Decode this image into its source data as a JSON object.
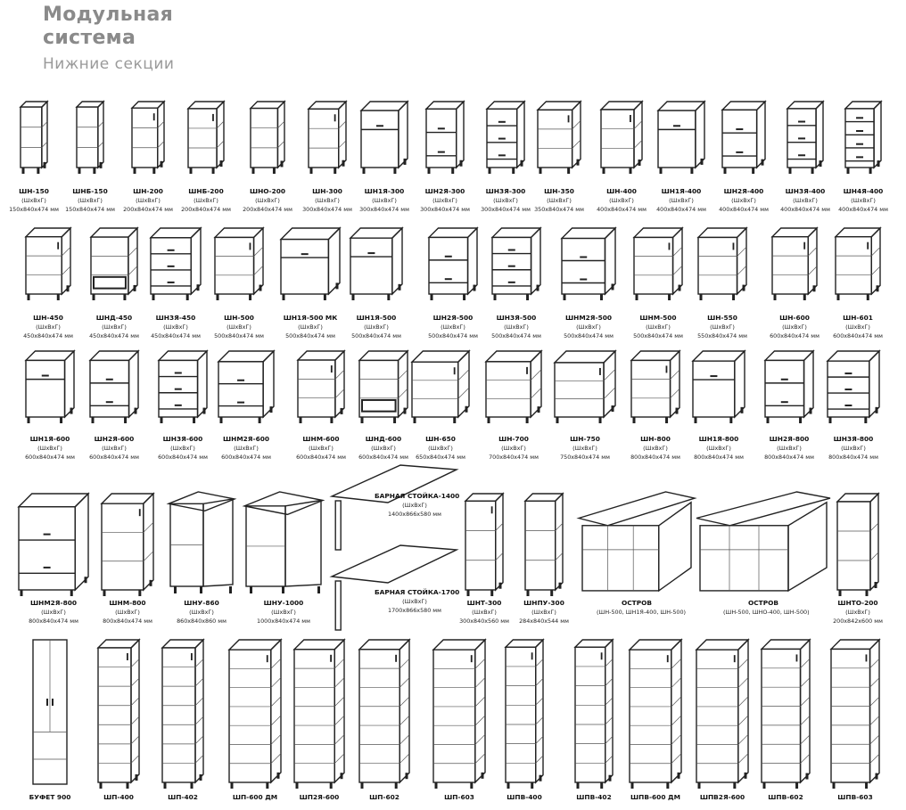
{
  "header": {
    "title_line1": "Модульная",
    "title_line2": "система",
    "subtitle": "Нижние секции"
  },
  "unit_label": "(ШхВхГ)",
  "rows": [
    {
      "items": [
        {
          "name": "ШН-150",
          "dims": "150x840x474 мм",
          "icon": "narrow-open-shelf-cabinet"
        },
        {
          "name": "ШНБ-150",
          "dims": "150x840x474 мм",
          "icon": "narrow-bottle-cabinet"
        },
        {
          "name": "ШН-200",
          "dims": "200x840x474 мм",
          "icon": "door-cabinet"
        },
        {
          "name": "ШНБ-200",
          "dims": "200x840x474 мм",
          "icon": "bottle-cabinet"
        },
        {
          "name": "ШНО-200",
          "dims": "200x840x474 мм",
          "icon": "open-shelf-cabinet"
        },
        {
          "name": "ШН-300",
          "dims": "300x840x474 мм",
          "icon": "door-cabinet"
        },
        {
          "name": "ШН1Я-300",
          "dims": "300x840x474 мм",
          "icon": "drawer-door-cabinet"
        },
        {
          "name": "ШН2Я-300",
          "dims": "300x840x474 мм",
          "icon": "two-drawer-cabinet"
        },
        {
          "name": "ШН3Я-300",
          "dims": "300x840x474 мм",
          "icon": "three-drawer-cabinet"
        },
        {
          "name": "ШН-350",
          "dims": "350x840x474 мм",
          "icon": "door-cabinet"
        },
        {
          "name": "ШН-400",
          "dims": "400x840x474 мм",
          "icon": "door-cabinet"
        },
        {
          "name": "ШН1Я-400",
          "dims": "400x840x474 мм",
          "icon": "drawer-door-cabinet"
        },
        {
          "name": "ШН2Я-400",
          "dims": "400x840x474 мм",
          "icon": "two-drawer-cabinet"
        },
        {
          "name": "ШН3Я-400",
          "dims": "400x840x474 мм",
          "icon": "three-drawer-cabinet"
        },
        {
          "name": "ШН4Я-400",
          "dims": "400x840x474 мм",
          "icon": "four-drawer-cabinet"
        }
      ]
    },
    {
      "items": [
        {
          "name": "ШН-450",
          "dims": "450x840x474 мм",
          "icon": "door-cabinet"
        },
        {
          "name": "ШНД-450",
          "dims": "450x840x474 мм",
          "icon": "dishwasher-cabinet"
        },
        {
          "name": "ШН3Я-450",
          "dims": "450x840x474 мм",
          "icon": "three-drawer-cabinet"
        },
        {
          "name": "ШН-500",
          "dims": "500x840x474 мм",
          "icon": "door-cabinet"
        },
        {
          "name": "ШН1Я-500 МК",
          "dims": "500x840x474 мм",
          "icon": "drawer-door-cabinet"
        },
        {
          "name": "ШН1Я-500",
          "dims": "500x840x474 мм",
          "icon": "drawer-door-cabinet"
        },
        {
          "name": "ШН2Я-500",
          "dims": "500x840x474 мм",
          "icon": "two-drawer-cabinet"
        },
        {
          "name": "ШН3Я-500",
          "dims": "500x840x474 мм",
          "icon": "three-drawer-cabinet"
        },
        {
          "name": "ШНМ2Я-500",
          "dims": "500x840x474 мм",
          "icon": "two-drawer-cabinet"
        },
        {
          "name": "ШНМ-500",
          "dims": "500x840x474 мм",
          "icon": "sink-cabinet"
        },
        {
          "name": "ШН-550",
          "dims": "550x840x474 мм",
          "icon": "door-cabinet"
        },
        {
          "name": "ШН-600",
          "dims": "600x840x474 мм",
          "icon": "door-cabinet"
        },
        {
          "name": "ШН-601",
          "dims": "600x840x474 мм",
          "icon": "door-cabinet"
        }
      ]
    },
    {
      "items": [
        {
          "name": "ШН1Я-600",
          "dims": "600x840x474 мм",
          "icon": "drawer-door-cabinet"
        },
        {
          "name": "ШН2Я-600",
          "dims": "600x840x474 мм",
          "icon": "two-drawer-cabinet"
        },
        {
          "name": "ШН3Я-600",
          "dims": "600x840x474 мм",
          "icon": "three-drawer-cabinet"
        },
        {
          "name": "ШНМ2Я-600",
          "dims": "600x840x474 мм",
          "icon": "two-drawer-cabinet"
        },
        {
          "name": "ШНМ-600",
          "dims": "600x840x474 мм",
          "icon": "sink-cabinet"
        },
        {
          "name": "ШНД-600",
          "dims": "600x840x474 мм",
          "icon": "dishwasher-cabinet"
        },
        {
          "name": "ШН-650",
          "dims": "650x840x474 мм",
          "icon": "door-cabinet"
        },
        {
          "name": "ШН-700",
          "dims": "700x840x474 мм",
          "icon": "door-cabinet"
        },
        {
          "name": "ШН-750",
          "dims": "750x840x474 мм",
          "icon": "door-cabinet"
        },
        {
          "name": "ШН-800",
          "dims": "800x840x474 мм",
          "icon": "door-cabinet"
        },
        {
          "name": "ШН1Я-800",
          "dims": "800x840x474 мм",
          "icon": "drawer-door-cabinet"
        },
        {
          "name": "ШН2Я-800",
          "dims": "800x840x474 мм",
          "icon": "two-drawer-cabinet"
        },
        {
          "name": "ШН3Я-800",
          "dims": "800x840x474 мм",
          "icon": "three-drawer-cabinet"
        }
      ]
    },
    {
      "items": [
        {
          "name": "ШНМ2Я-800",
          "dims": "800x840x474 мм",
          "icon": "two-drawer-cabinet"
        },
        {
          "name": "ШНМ-800",
          "dims": "800x840x474 мм",
          "icon": "sink-cabinet"
        },
        {
          "name": "ШНУ-860",
          "dims": "860x840x860 мм",
          "icon": "corner-cabinet"
        },
        {
          "name": "ШНУ-1000",
          "dims": "1000x840x474 мм",
          "icon": "corner-cabinet"
        },
        {
          "name": "БАРНАЯ СТОЙКА-1400",
          "dims": "1400x866x580 мм",
          "icon": "bar-counter"
        },
        {
          "name": "БАРНАЯ СТОЙКА-1700",
          "dims": "1700x866x580 мм",
          "icon": "bar-counter"
        },
        {
          "name": "ШНТ-300",
          "dims": "300x840x560 мм",
          "icon": "end-cabinet"
        },
        {
          "name": "ШНПУ-300",
          "dims": "284x840x544 мм",
          "icon": "end-shelf-cabinet"
        },
        {
          "name": "ОСТРОВ",
          "dims": "(ШН-500, ШН1Я-400, ШН-500)",
          "icon": "island"
        },
        {
          "name": "ОСТРОВ",
          "dims": "(ШН-500, ШНО-400, ШН-500)",
          "icon": "island"
        },
        {
          "name": "ШНТО-200",
          "dims": "200x842x600 мм",
          "icon": "open-shelf-cabinet"
        }
      ]
    },
    {
      "items": [
        {
          "name": "БУФЕТ 900",
          "icon": "buffet"
        },
        {
          "name": "ШП-400",
          "icon": "tall-cabinet"
        },
        {
          "name": "ШП-402",
          "icon": "tall-cabinet"
        },
        {
          "name": "ШП-600 ДМ",
          "icon": "tall-cabinet"
        },
        {
          "name": "ШП2Я-600",
          "icon": "tall-cabinet"
        },
        {
          "name": "ШП-602",
          "icon": "tall-cabinet"
        },
        {
          "name": "ШП-603",
          "icon": "tall-cabinet"
        },
        {
          "name": "ШПВ-400",
          "icon": "tall-cabinet"
        },
        {
          "name": "ШПВ-402",
          "icon": "tall-cabinet"
        },
        {
          "name": "ШПВ-600 ДМ",
          "icon": "tall-cabinet"
        },
        {
          "name": "ШПВ2Я-600",
          "icon": "tall-cabinet"
        },
        {
          "name": "ШПВ-602",
          "icon": "tall-cabinet"
        },
        {
          "name": "ШПВ-603",
          "icon": "tall-cabinet"
        }
      ]
    }
  ]
}
